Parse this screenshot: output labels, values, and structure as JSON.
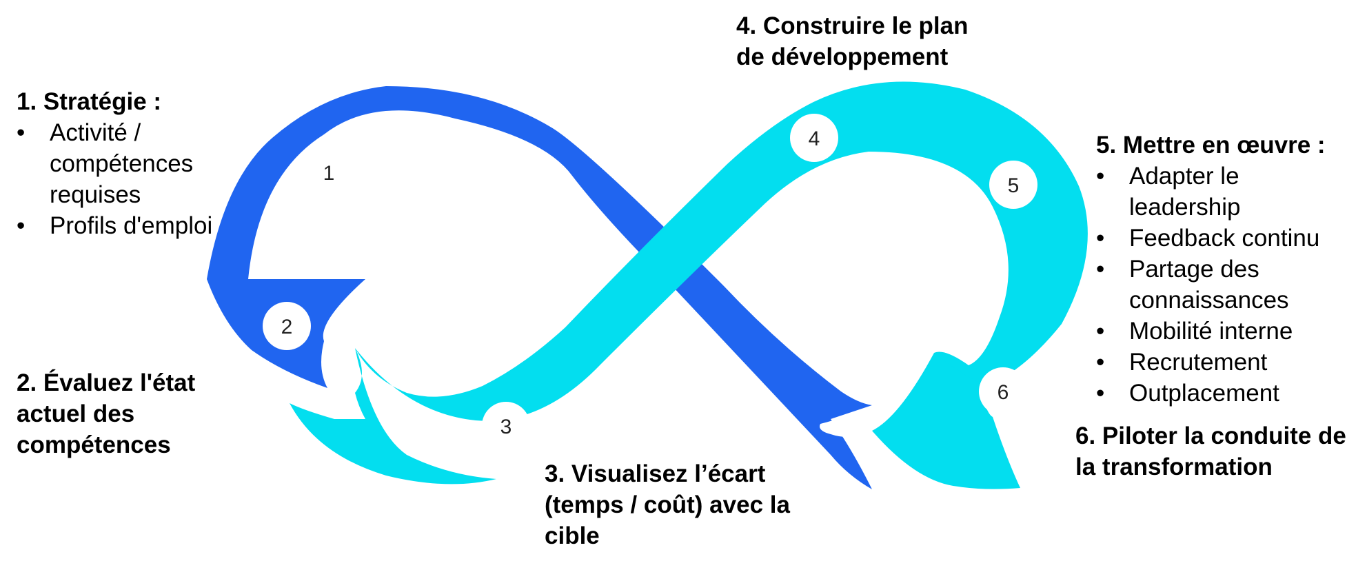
{
  "colors": {
    "blue": "#2065F0",
    "cyan": "#03DEEF",
    "badge": "#FFFFFF"
  },
  "steps": [
    {
      "num": "1",
      "title": "1. Stratégie :",
      "bullets": [
        "Activité / compétences requises",
        "Profils d'emploi"
      ]
    },
    {
      "num": "2",
      "title": "2. Évaluez l'état actuel des compétences"
    },
    {
      "num": "3",
      "title": "3. Visualisez l’écart (temps / coût) avec la cible"
    },
    {
      "num": "4",
      "title": "4. Construire le plan de développement"
    },
    {
      "num": "5",
      "title": "5. Mettre en œuvre :",
      "bullets": [
        "Adapter le leadership",
        "Feedback continu",
        "Partage des connaissances",
        "Mobilité interne",
        "Recrutement",
        "Outplacement"
      ]
    },
    {
      "num": "6",
      "title": "6. Piloter la conduite de la transformation"
    }
  ]
}
